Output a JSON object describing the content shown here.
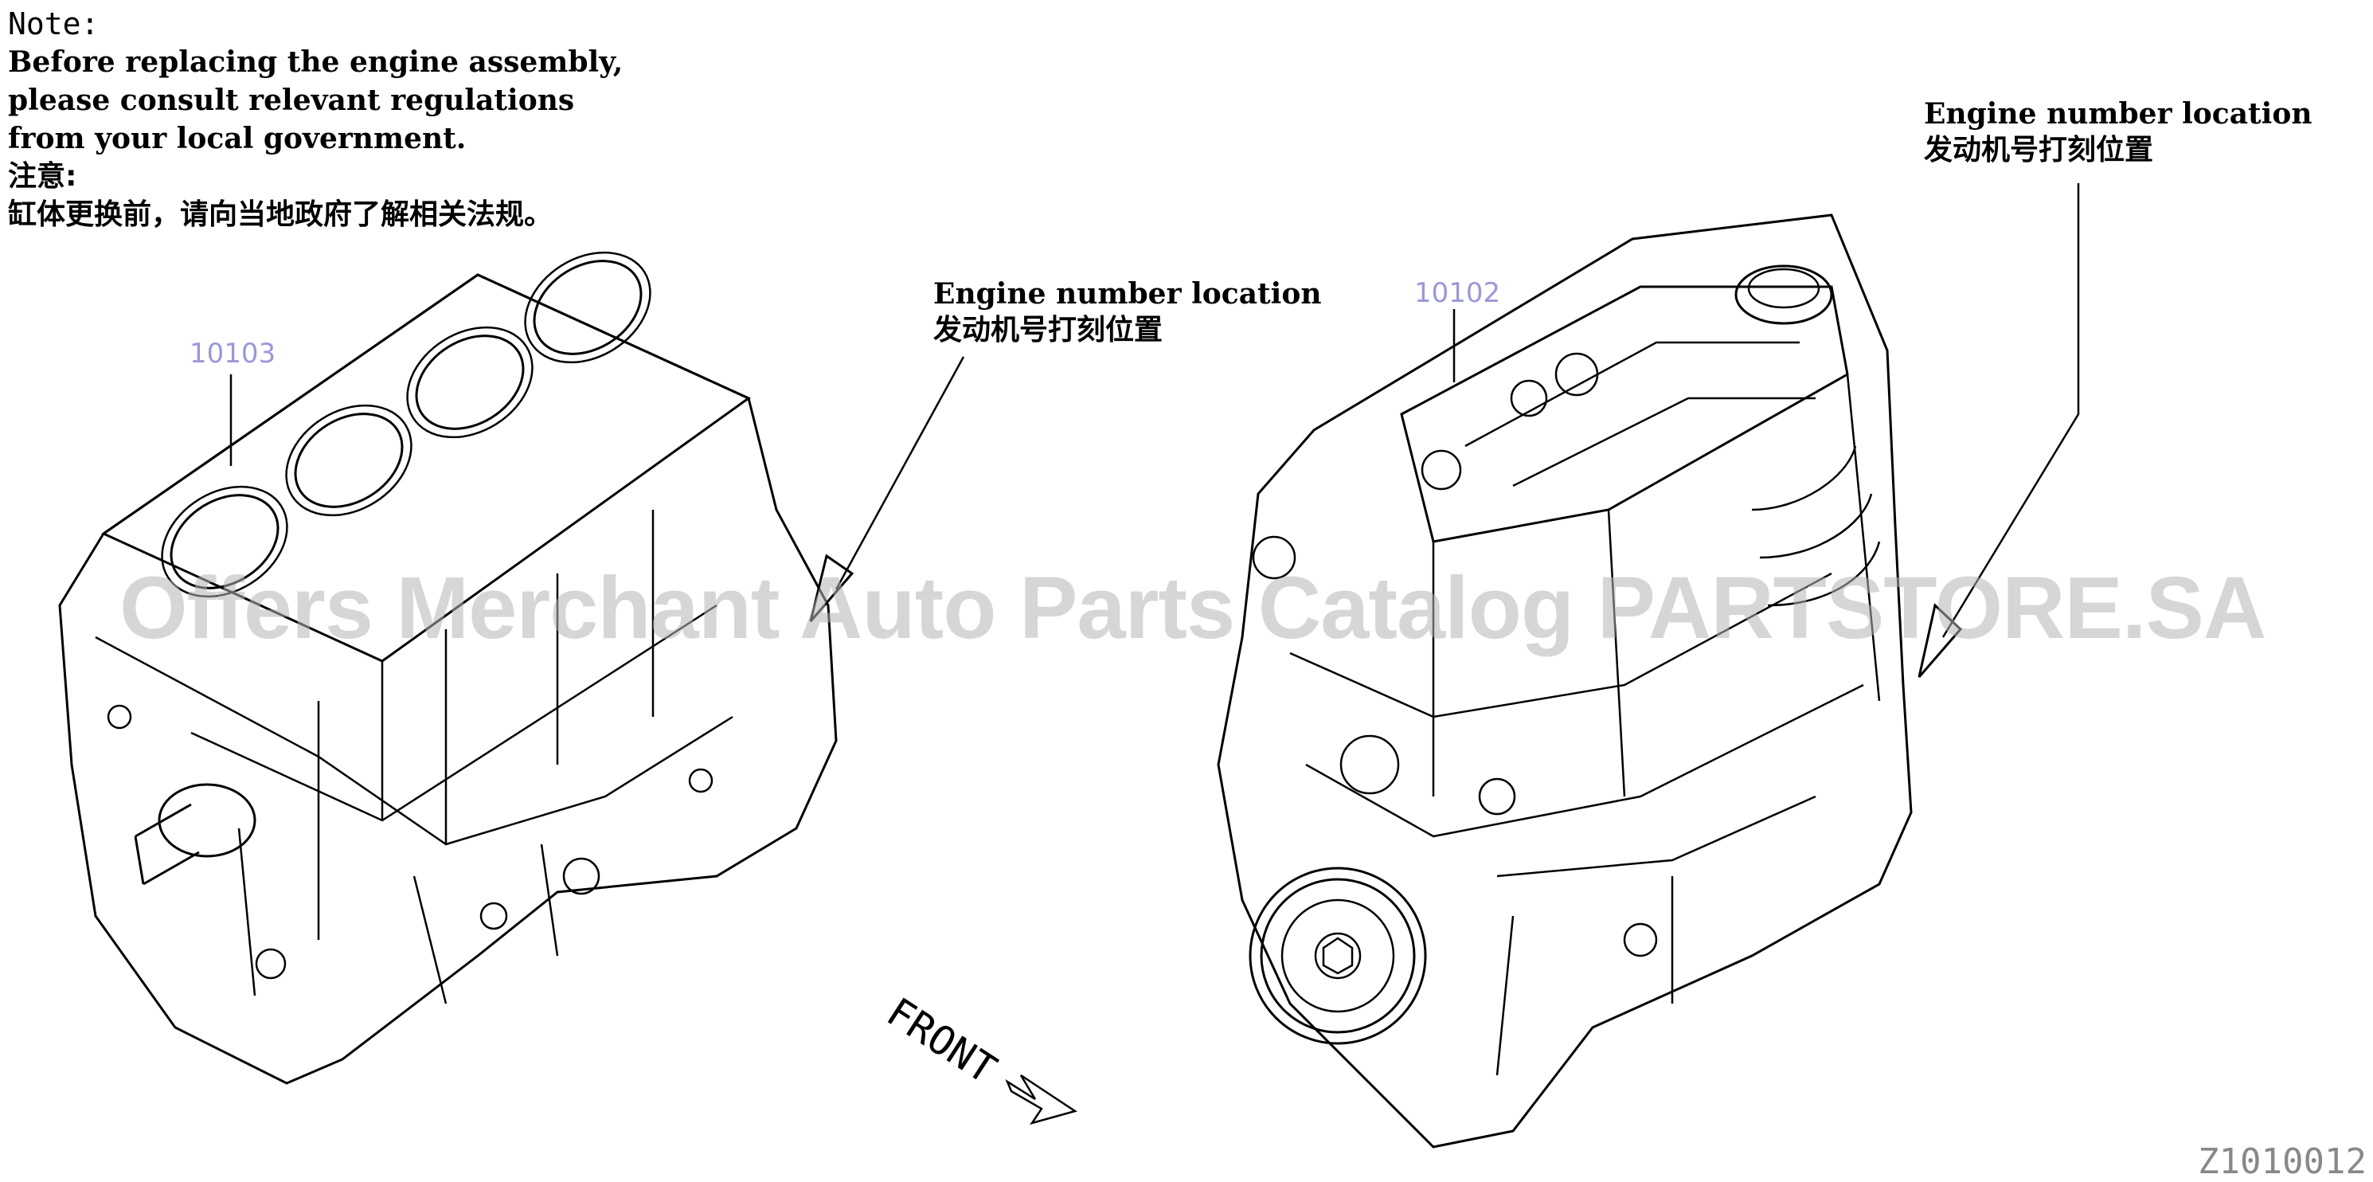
{
  "note": {
    "title": "Note:",
    "lines_en": [
      "Before replacing the engine assembly,",
      "please consult relevant regulations",
      "from your local government."
    ],
    "label_cn": "注意:",
    "line_cn": "缸体更换前，请向当地政府了解相关法规。"
  },
  "callouts": {
    "left": {
      "en": "Engine number location",
      "cn": "发动机号打刻位置"
    },
    "right": {
      "en": "Engine number location",
      "cn": "发动机号打刻位置"
    }
  },
  "parts": {
    "short_block": "10103",
    "engine_assembly": "10102"
  },
  "front_label": "FRONT",
  "watermark": "Offers Merchant Auto Parts Catalog PARTSTORE.SA",
  "diagram_id": "Z1010012"
}
